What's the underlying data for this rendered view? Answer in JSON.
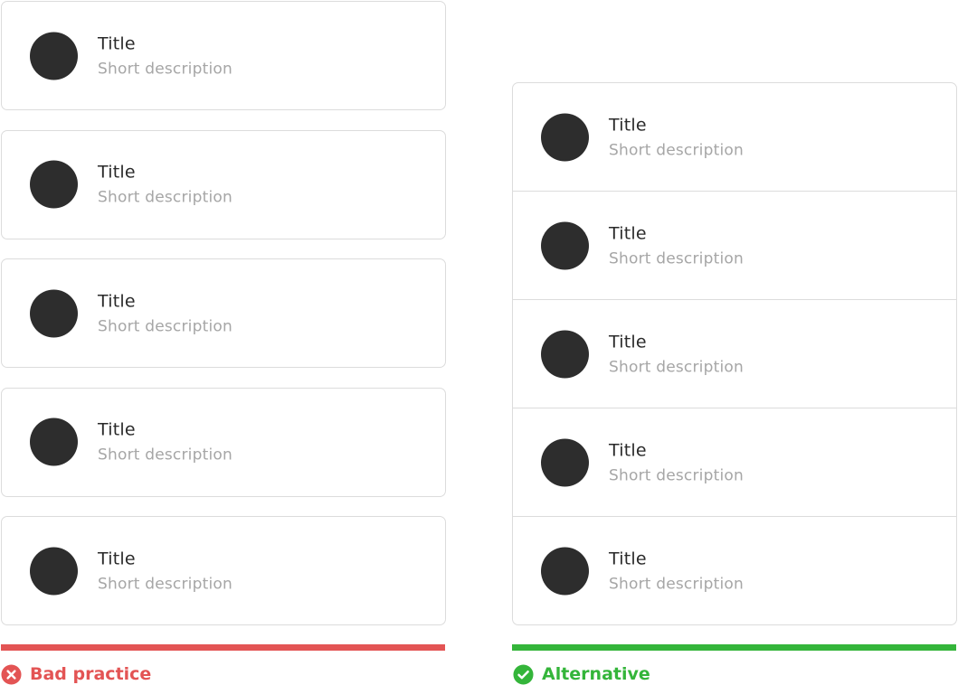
{
  "bad_practice": {
    "label": "Bad practice",
    "color": "#e35454",
    "icon": "error-x-icon",
    "items": [
      {
        "title": "Title",
        "description": "Short description"
      },
      {
        "title": "Title",
        "description": "Short description"
      },
      {
        "title": "Title",
        "description": "Short description"
      },
      {
        "title": "Title",
        "description": "Short description"
      },
      {
        "title": "Title",
        "description": "Short description"
      }
    ]
  },
  "alternative": {
    "label": "Alternative",
    "color": "#34b53a",
    "icon": "check-icon",
    "items": [
      {
        "title": "Title",
        "description": "Short description"
      },
      {
        "title": "Title",
        "description": "Short description"
      },
      {
        "title": "Title",
        "description": "Short description"
      },
      {
        "title": "Title",
        "description": "Short description"
      },
      {
        "title": "Title",
        "description": "Short description"
      }
    ]
  },
  "colors": {
    "avatar": "#2d2d2d",
    "border": "#dcdcdc",
    "title_text": "#2a2a2a",
    "description_text": "#a6a6a6"
  }
}
